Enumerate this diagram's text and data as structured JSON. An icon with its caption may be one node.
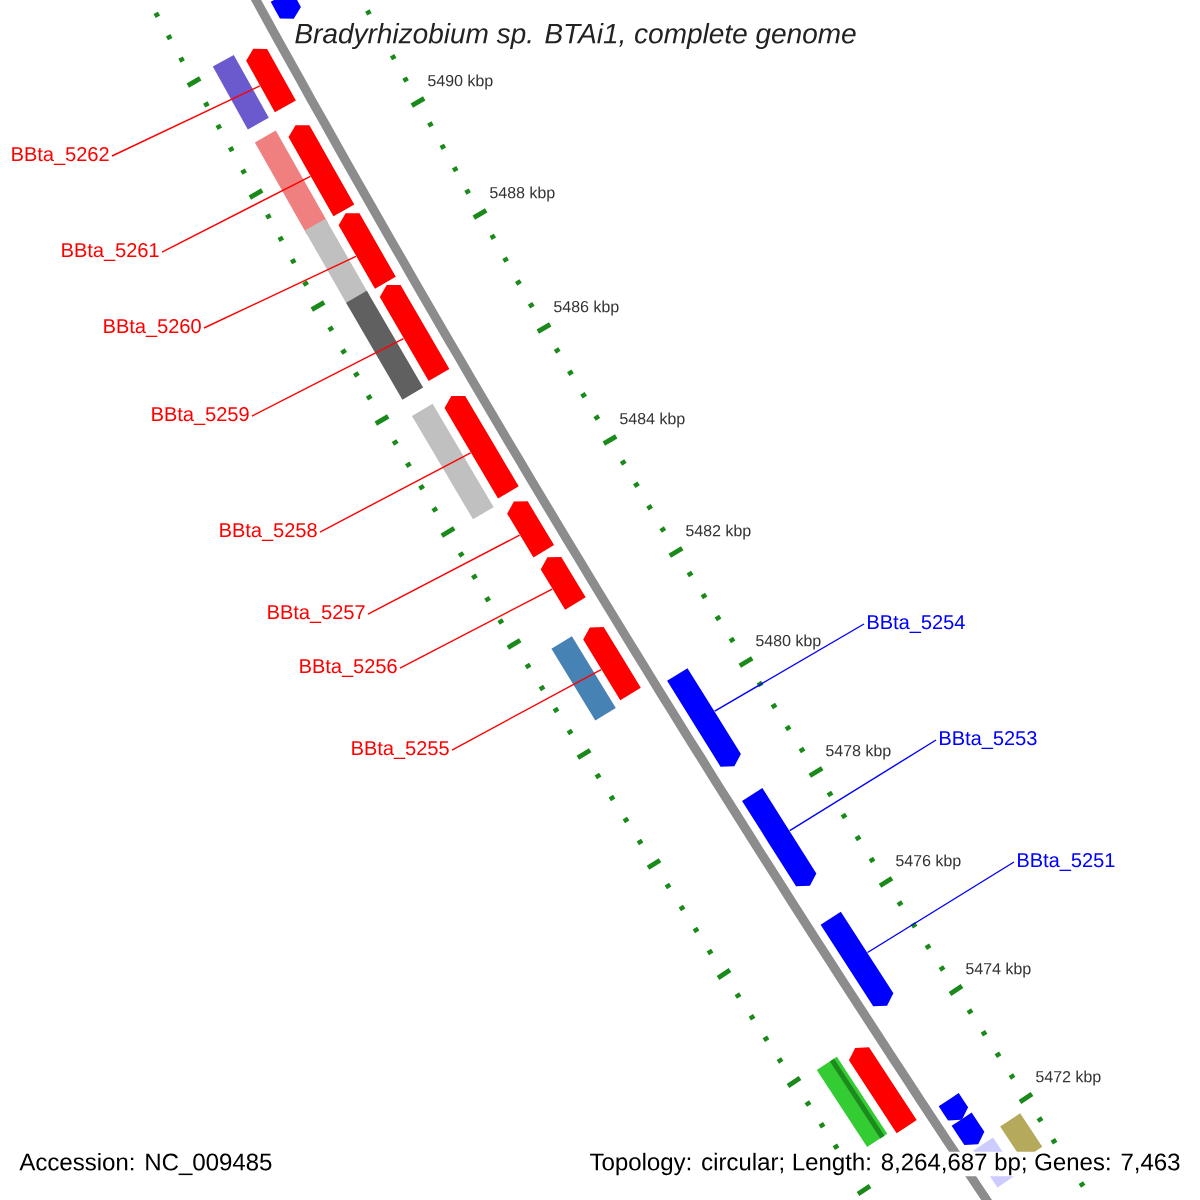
{
  "diagram": {
    "title": "Bradyrhizobium sp. BTAi1, complete genome",
    "nodes": [
      {
        "text": [
          "BBta_5262"
        ]
      },
      {
        "text": [
          "BBta_5261"
        ]
      },
      {
        "text": [
          "BBta_5260"
        ]
      },
      {
        "text": [
          "BBta_5259"
        ]
      },
      {
        "text": [
          "BBta_5258"
        ]
      },
      {
        "text": [
          "BBta_5257"
        ]
      },
      {
        "text": [
          "BBta_5256"
        ]
      },
      {
        "text": [
          "BBta_5255"
        ]
      },
      {
        "text": [
          "BBta_5254"
        ]
      },
      {
        "text": [
          "BBta_5253"
        ]
      },
      {
        "text": [
          "BBta_5251"
        ]
      },
      {
        "text": [],
        "shape": "pentagon"
      },
      {
        "text": [],
        "shape": "pentagon"
      },
      {
        "text": [],
        "shape": "pentagon"
      },
      {
        "text": [],
        "shape": "pentagon"
      },
      {
        "text": [],
        "shape": "pentagon"
      },
      {
        "text": [],
        "shape": "pentagon"
      },
      {
        "text": [],
        "shape": "pentagon"
      },
      {
        "text": [],
        "shape": "pentagon"
      },
      {
        "text": [],
        "shape": "pentagon"
      },
      {
        "text": [],
        "shape": "pentagon"
      },
      {
        "text": [],
        "shape": "pentagon"
      },
      {
        "text": [],
        "shape": "pentagon"
      },
      {
        "text": [],
        "shape": "pentagon"
      },
      {
        "text": [],
        "shape": "pentagon"
      },
      {
        "text": [],
        "shape": "pentagon"
      }
    ],
    "edges": [
      {
        "from": 0,
        "to": 12,
        "arrow": "none"
      },
      {
        "from": 1,
        "to": 13,
        "arrow": "none"
      },
      {
        "from": 2,
        "to": 14,
        "arrow": "none"
      },
      {
        "from": 3,
        "to": 15,
        "arrow": "none"
      },
      {
        "from": 4,
        "to": 16,
        "arrow": "none"
      },
      {
        "from": 5,
        "to": 17,
        "arrow": "none"
      },
      {
        "from": 6,
        "to": 18,
        "arrow": "none"
      },
      {
        "from": 7,
        "to": 19,
        "arrow": "none"
      },
      {
        "from": 8,
        "to": 20,
        "arrow": "none",
        "color": "#0000ff"
      },
      {
        "from": 9,
        "to": 21,
        "arrow": "none",
        "color": "#0000ff"
      },
      {
        "from": 10,
        "to": 22,
        "arrow": "none",
        "color": "#0000ff"
      }
    ],
    "labels": [
      "5490 kbp",
      "5488 kbp",
      "5486 kbp",
      "5484 kbp",
      "5482 kbp",
      "5480 kbp",
      "5478 kbp",
      "5476 kbp",
      "5474 kbp",
      "5472 kbp",
      "Accession: NC_009485",
      "Topology: circular; Length: 8,264,687 bp; Genes: 7,463"
    ]
  }
}
